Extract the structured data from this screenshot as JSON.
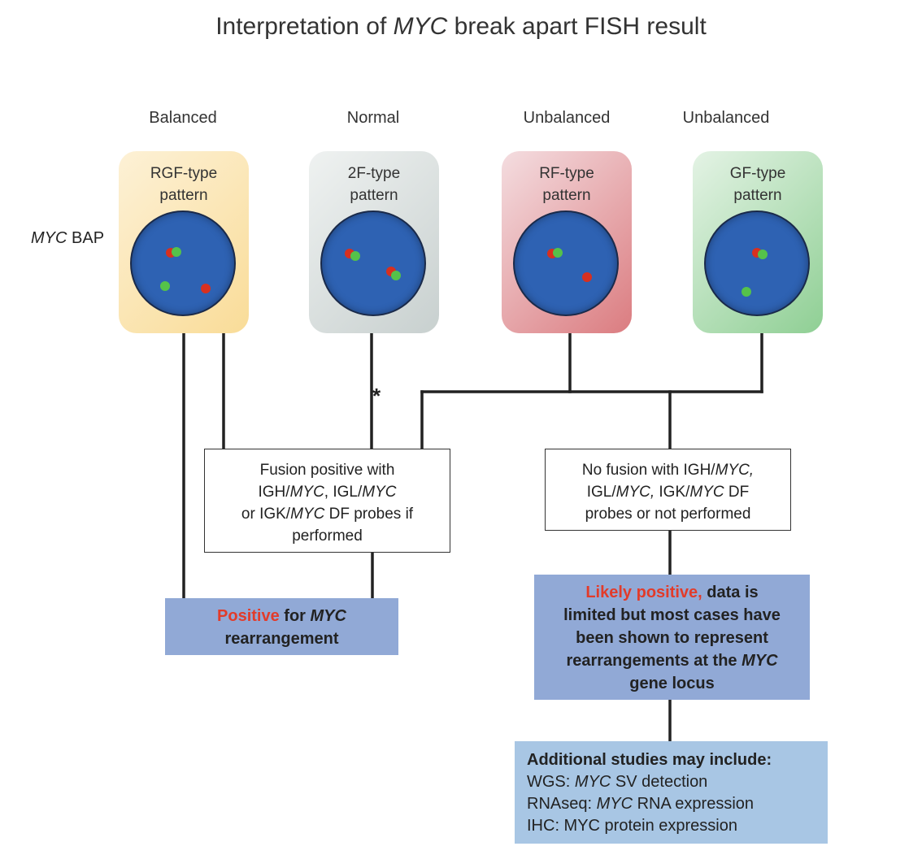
{
  "title": {
    "prefix": "Interpretation of ",
    "gene": "MYC",
    "suffix": " break apart FISH result"
  },
  "categories": [
    "Balanced",
    "Normal",
    "Unbalanced",
    "Unbalanced"
  ],
  "probe_label": {
    "gene": "MYC",
    "suffix": " BAP"
  },
  "cards": [
    {
      "name": "RGF-type",
      "label_line2": "pattern",
      "color_hint": "#f9dc98"
    },
    {
      "name": "2F-type",
      "label_line2": "pattern",
      "color_hint": "#c8d0cf"
    },
    {
      "name": "RF-type",
      "label_line2": "pattern",
      "color_hint": "#db7c80"
    },
    {
      "name": "GF-type",
      "label_line2": "pattern",
      "color_hint": "#8fcf94"
    }
  ],
  "asterisk": "*",
  "fusion_positive": {
    "line1": "Fusion positive with",
    "line2_a": "IGH/",
    "line2_b": "MYC",
    "line2_c": ", IGL/",
    "line2_d": "MYC",
    "line3_a": "or IGK/",
    "line3_b": "MYC",
    "line3_c": " DF probes if",
    "line4": "performed"
  },
  "no_fusion": {
    "line1_a": "No fusion with IGH/",
    "line1_b": "MYC,",
    "line2_a": "IGL/",
    "line2_b": "MYC,",
    "line2_c": " IGK/",
    "line2_d": "MYC",
    "line2_e": " DF",
    "line3": "probes or not performed"
  },
  "positive": {
    "red": "Positive",
    "mid": " for ",
    "gene": "MYC",
    "line2": "rearrangement"
  },
  "likely": {
    "red": "Likely positive,",
    "line1_rest": " data is",
    "line2": "limited but most cases have",
    "line3": "been shown to represent",
    "line4_a": "rearrangements at the ",
    "line4_gene": "MYC",
    "line5": "gene locus"
  },
  "additional": {
    "heading": "Additional studies may include:",
    "items": [
      {
        "a": "WGS: ",
        "gene": "MYC",
        "b": " SV detection"
      },
      {
        "a": "RNAseq: ",
        "gene": "MYC",
        "b": " RNA expression"
      },
      {
        "a": "IHC: MYC protein expression",
        "gene": "",
        "b": ""
      }
    ]
  },
  "colors": {
    "red_probe": "#d7301f",
    "green_probe": "#55c24a",
    "nucleus": "#2e62b3",
    "highlight_text": "#e23b2a",
    "result_box": "#91a9d6",
    "additional_box": "#a8c6e4"
  }
}
